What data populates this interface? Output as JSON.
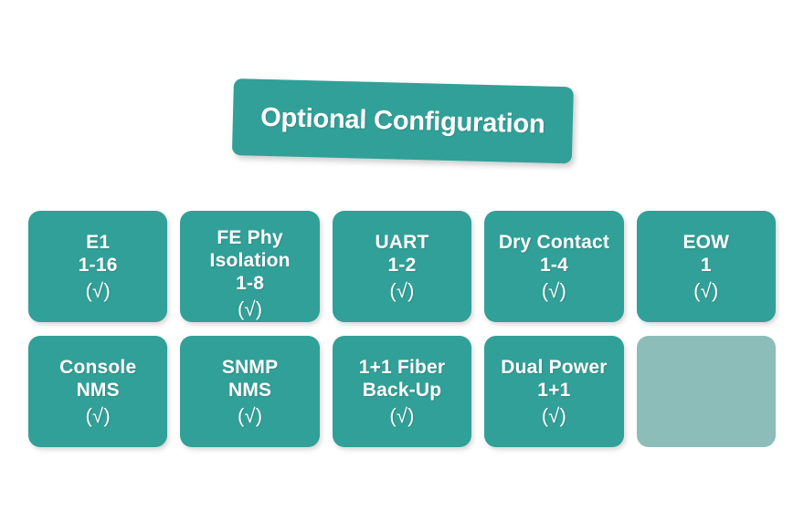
{
  "banner": {
    "title": "Optional Configuration",
    "color": "#31A098"
  },
  "colors": {
    "tile_teal": "#31A098",
    "tile_muted_teal": "#8CBDB8",
    "text": "#FFFFFF",
    "background": "#FFFFFF"
  },
  "check_symbol": "(√)",
  "rows": [
    {
      "tiles": [
        {
          "lines": [
            "E1",
            "1-16"
          ],
          "check": "(√)",
          "empty": false
        },
        {
          "lines": [
            "FE Phy",
            "Isolation",
            "1-8"
          ],
          "check": "(√)",
          "empty": false
        },
        {
          "lines": [
            "UART",
            "1-2"
          ],
          "check": "(√)",
          "empty": false
        },
        {
          "lines": [
            "Dry Contact",
            "1-4"
          ],
          "check": "(√)",
          "empty": false
        },
        {
          "lines": [
            "EOW",
            "1"
          ],
          "check": "(√)",
          "empty": false
        }
      ]
    },
    {
      "tiles": [
        {
          "lines": [
            "Console",
            "NMS"
          ],
          "check": "(√)",
          "empty": false
        },
        {
          "lines": [
            "SNMP",
            "NMS"
          ],
          "check": "(√)",
          "empty": false
        },
        {
          "lines": [
            "1+1 Fiber",
            "Back-Up"
          ],
          "check": "(√)",
          "empty": false
        },
        {
          "lines": [
            "Dual Power",
            "1+1"
          ],
          "check": "(√)",
          "empty": false
        },
        {
          "lines": [],
          "check": "",
          "empty": true
        }
      ]
    }
  ]
}
